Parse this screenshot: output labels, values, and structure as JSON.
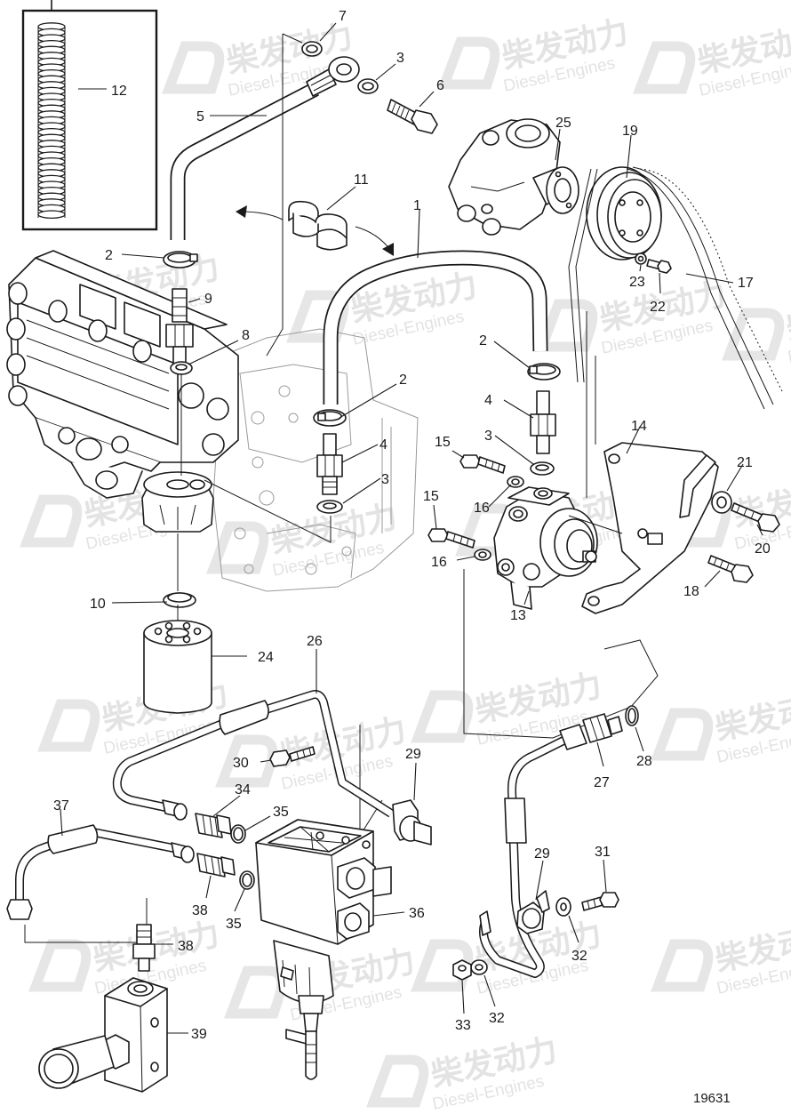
{
  "drawing_number": "19631",
  "watermark": {
    "brand_cn": "柴发动力",
    "brand_en": "Diesel-Engines"
  },
  "callouts": {
    "c1": "1",
    "c2a": "2",
    "c2b": "2",
    "c2c": "2",
    "c3a": "3",
    "c3b": "3",
    "c3c": "3",
    "c4a": "4",
    "c4b": "4",
    "c5": "5",
    "c6": "6",
    "c7": "7",
    "c8": "8",
    "c9": "9",
    "c10": "10",
    "c11": "11",
    "c12": "12",
    "c13": "13",
    "c14": "14",
    "c15a": "15",
    "c15b": "15",
    "c16a": "16",
    "c16b": "16",
    "c17": "17",
    "c18": "18",
    "c19": "19",
    "c20": "20",
    "c21": "21",
    "c22": "22",
    "c23": "23",
    "c24": "24",
    "c25": "25",
    "c26": "26",
    "c27": "27",
    "c28": "28",
    "c29a": "29",
    "c29b": "29",
    "c30": "30",
    "c31": "31",
    "c32a": "32",
    "c32b": "32",
    "c33": "33",
    "c34": "34",
    "c35a": "35",
    "c35b": "35",
    "c36": "36",
    "c37": "37",
    "c38a": "38",
    "c38b": "38",
    "c39": "39"
  }
}
